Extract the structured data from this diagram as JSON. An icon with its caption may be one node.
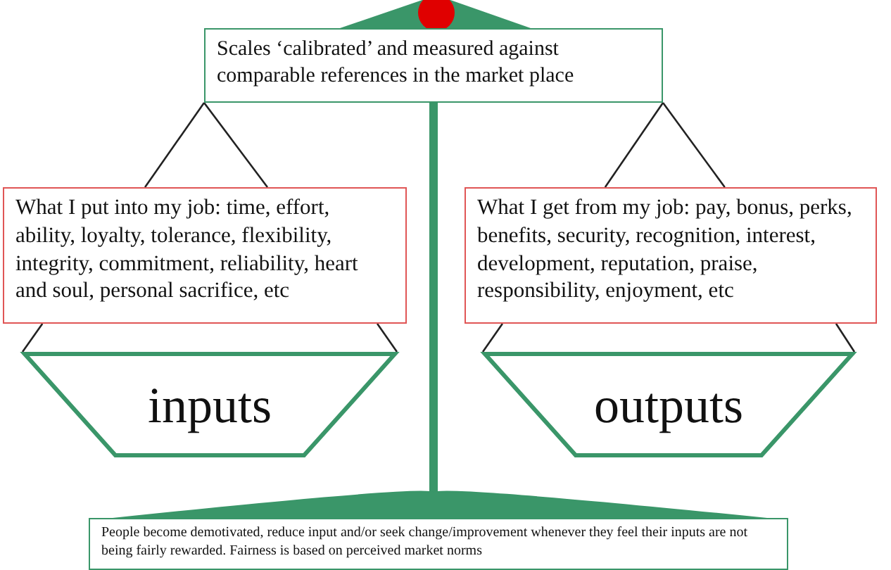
{
  "diagram": {
    "nodes": [
      {
        "text": [
          "Scales ‘calibrated’ and measured against comparable references in the market place"
        ]
      },
      {
        "text": [
          "What I put into my job: time, effort, ability, loyalty, tolerance, flexibility, integrity, commitment, reliability, heart and soul, personal sacrifice, etc"
        ]
      },
      {
        "text": [
          "What I get from my job: pay, bonus, perks, benefits, security, recognition, interest, development, reputation, praise, responsibility, enjoyment, etc"
        ]
      },
      {
        "text": [
          "inputs"
        ]
      },
      {
        "text": [
          "outputs"
        ]
      },
      {
        "text": [
          "People become demotivated, reduce input and/or seek change/improvement whenever they feel their inputs are not being fairly rewarded.  Fairness is based on perceived market norms"
        ]
      }
    ],
    "edges": [
      {
        "from": 0,
        "to": 1,
        "arrow": "none"
      },
      {
        "from": 0,
        "to": 1,
        "arrow": "none"
      },
      {
        "from": 0,
        "to": 2,
        "arrow": "none"
      },
      {
        "from": 0,
        "to": 2,
        "arrow": "none"
      },
      {
        "from": 1,
        "to": 3,
        "arrow": "none"
      },
      {
        "from": 1,
        "to": 3,
        "arrow": "none"
      },
      {
        "from": 2,
        "to": 4,
        "arrow": "none"
      },
      {
        "from": 2,
        "to": 4,
        "arrow": "none"
      }
    ]
  }
}
